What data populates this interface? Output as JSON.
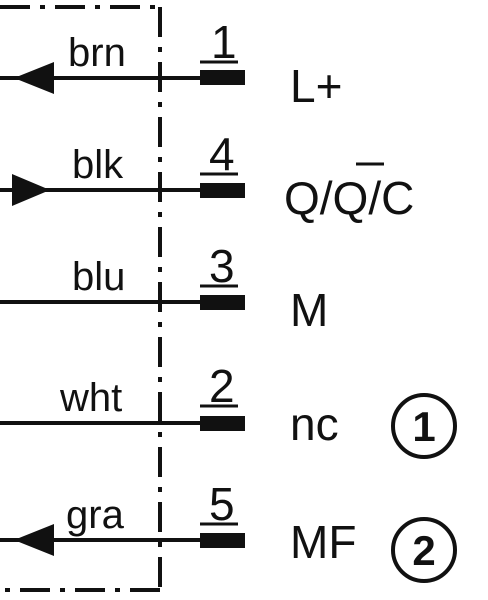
{
  "diagram": {
    "pins": [
      {
        "wire": "brn",
        "pin": "1",
        "signal": "L+",
        "arrow": "in",
        "note": ""
      },
      {
        "wire": "blk",
        "pin": "4",
        "signal": "Q/Q/C",
        "arrow": "out",
        "note": ""
      },
      {
        "wire": "blu",
        "pin": "3",
        "signal": "M",
        "arrow": "none",
        "note": ""
      },
      {
        "wire": "wht",
        "pin": "2",
        "signal": "nc",
        "arrow": "none",
        "note": "1"
      },
      {
        "wire": "gra",
        "pin": "5",
        "signal": "MF",
        "arrow": "in",
        "note": "2"
      }
    ],
    "colors": {
      "line": "#111111",
      "background": "#ffffff"
    }
  }
}
